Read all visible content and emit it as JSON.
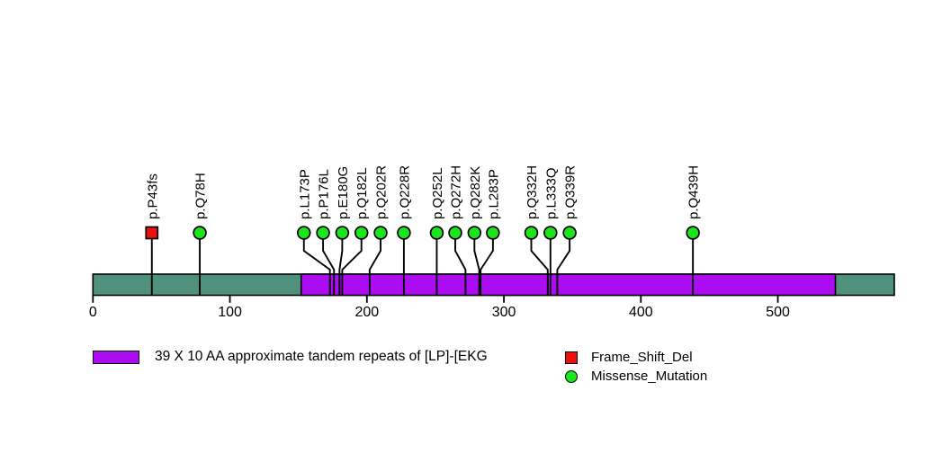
{
  "chart_data": {
    "type": "lollipop",
    "title": "",
    "xlabel": "",
    "xlim": [
      0,
      585
    ],
    "x_ticks": [
      0,
      100,
      200,
      300,
      400,
      500
    ],
    "protein_length_aa": 585,
    "backbone_color": "#4F917C",
    "outline_color": "#000000",
    "domains": [
      {
        "name": "39 X 10 AA approximate tandem repeats of [LP]-[EKG",
        "start": 152,
        "end": 542,
        "color": "#AC0DF0"
      }
    ],
    "mutations": [
      {
        "label": "p.P43fs",
        "position": 43,
        "label_position": 43,
        "type": "Frame_Shift_Del",
        "shape": "square",
        "color": "#EE1010"
      },
      {
        "label": "p.Q78H",
        "position": 78,
        "label_position": 78,
        "type": "Missense_Mutation",
        "shape": "circle",
        "color": "#1BE61B"
      },
      {
        "label": "p.L173P",
        "position": 173,
        "label_position": 154,
        "type": "Missense_Mutation",
        "shape": "circle",
        "color": "#1BE61B"
      },
      {
        "label": "p.P176L",
        "position": 176,
        "label_position": 168,
        "type": "Missense_Mutation",
        "shape": "circle",
        "color": "#1BE61B"
      },
      {
        "label": "p.E180G",
        "position": 180,
        "label_position": 182,
        "type": "Missense_Mutation",
        "shape": "circle",
        "color": "#1BE61B"
      },
      {
        "label": "p.Q182L",
        "position": 182,
        "label_position": 196,
        "type": "Missense_Mutation",
        "shape": "circle",
        "color": "#1BE61B"
      },
      {
        "label": "p.Q202R",
        "position": 202,
        "label_position": 210,
        "type": "Missense_Mutation",
        "shape": "circle",
        "color": "#1BE61B"
      },
      {
        "label": "p.Q228R",
        "position": 228,
        "label_position": 227,
        "type": "Missense_Mutation",
        "shape": "circle",
        "color": "#1BE61B"
      },
      {
        "label": "p.Q252L",
        "position": 252,
        "label_position": 251,
        "type": "Missense_Mutation",
        "shape": "circle",
        "color": "#1BE61B"
      },
      {
        "label": "p.Q272H",
        "position": 272,
        "label_position": 264.5,
        "type": "Missense_Mutation",
        "shape": "circle",
        "color": "#1BE61B"
      },
      {
        "label": "p.Q282K",
        "position": 282,
        "label_position": 278.5,
        "type": "Missense_Mutation",
        "shape": "circle",
        "color": "#1BE61B"
      },
      {
        "label": "p.L283P",
        "position": 283,
        "label_position": 292,
        "type": "Missense_Mutation",
        "shape": "circle",
        "color": "#1BE61B"
      },
      {
        "label": "p.Q332H",
        "position": 332,
        "label_position": 320,
        "type": "Missense_Mutation",
        "shape": "circle",
        "color": "#1BE61B"
      },
      {
        "label": "p.L333Q",
        "position": 333,
        "label_position": 334,
        "type": "Missense_Mutation",
        "shape": "circle",
        "color": "#1BE61B"
      },
      {
        "label": "p.Q339R",
        "position": 339,
        "label_position": 348,
        "type": "Missense_Mutation",
        "shape": "circle",
        "color": "#1BE61B"
      },
      {
        "label": "p.Q439H",
        "position": 439,
        "label_position": 438,
        "type": "Missense_Mutation",
        "shape": "circle",
        "color": "#1BE61B"
      }
    ],
    "legend": {
      "domain": {
        "label": "39 X 10 AA approximate tandem repeats of [LP]-[EKG",
        "swatch_color": "#AC0DF0"
      },
      "mutation_types": [
        {
          "label": "Frame_Shift_Del",
          "shape": "square",
          "color": "#EE1010"
        },
        {
          "label": "Missense_Mutation",
          "shape": "circle",
          "color": "#1BE61B"
        }
      ]
    },
    "layout_hints": {
      "legend_position": "bottom",
      "grid": false,
      "label_rotation_deg": 90
    }
  }
}
